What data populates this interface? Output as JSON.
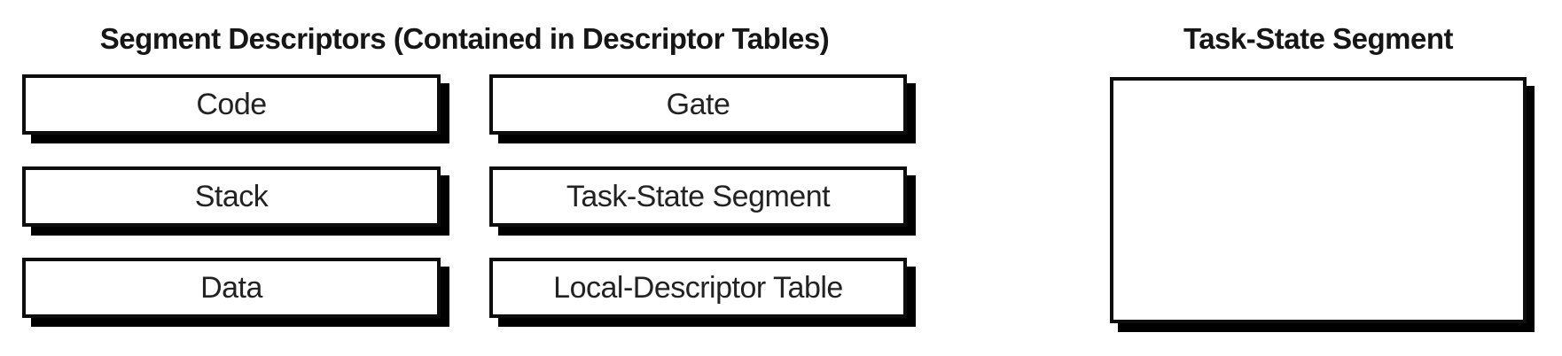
{
  "diagram": {
    "segment_descriptors": {
      "title": "Segment Descriptors (Contained in Descriptor Tables)",
      "boxes": {
        "code": "Code",
        "stack": "Stack",
        "data": "Data",
        "gate": "Gate",
        "tss": "Task-State Segment",
        "ldt": "Local-Descriptor Table"
      }
    },
    "task_state_segment": {
      "title": "Task-State Segment"
    },
    "colors": {
      "ink": "#1a1a1a",
      "box_border": "#0d0d0d",
      "box_shadow": "#000000",
      "box_fill": "#ffffff",
      "background": "#ffffff"
    }
  }
}
